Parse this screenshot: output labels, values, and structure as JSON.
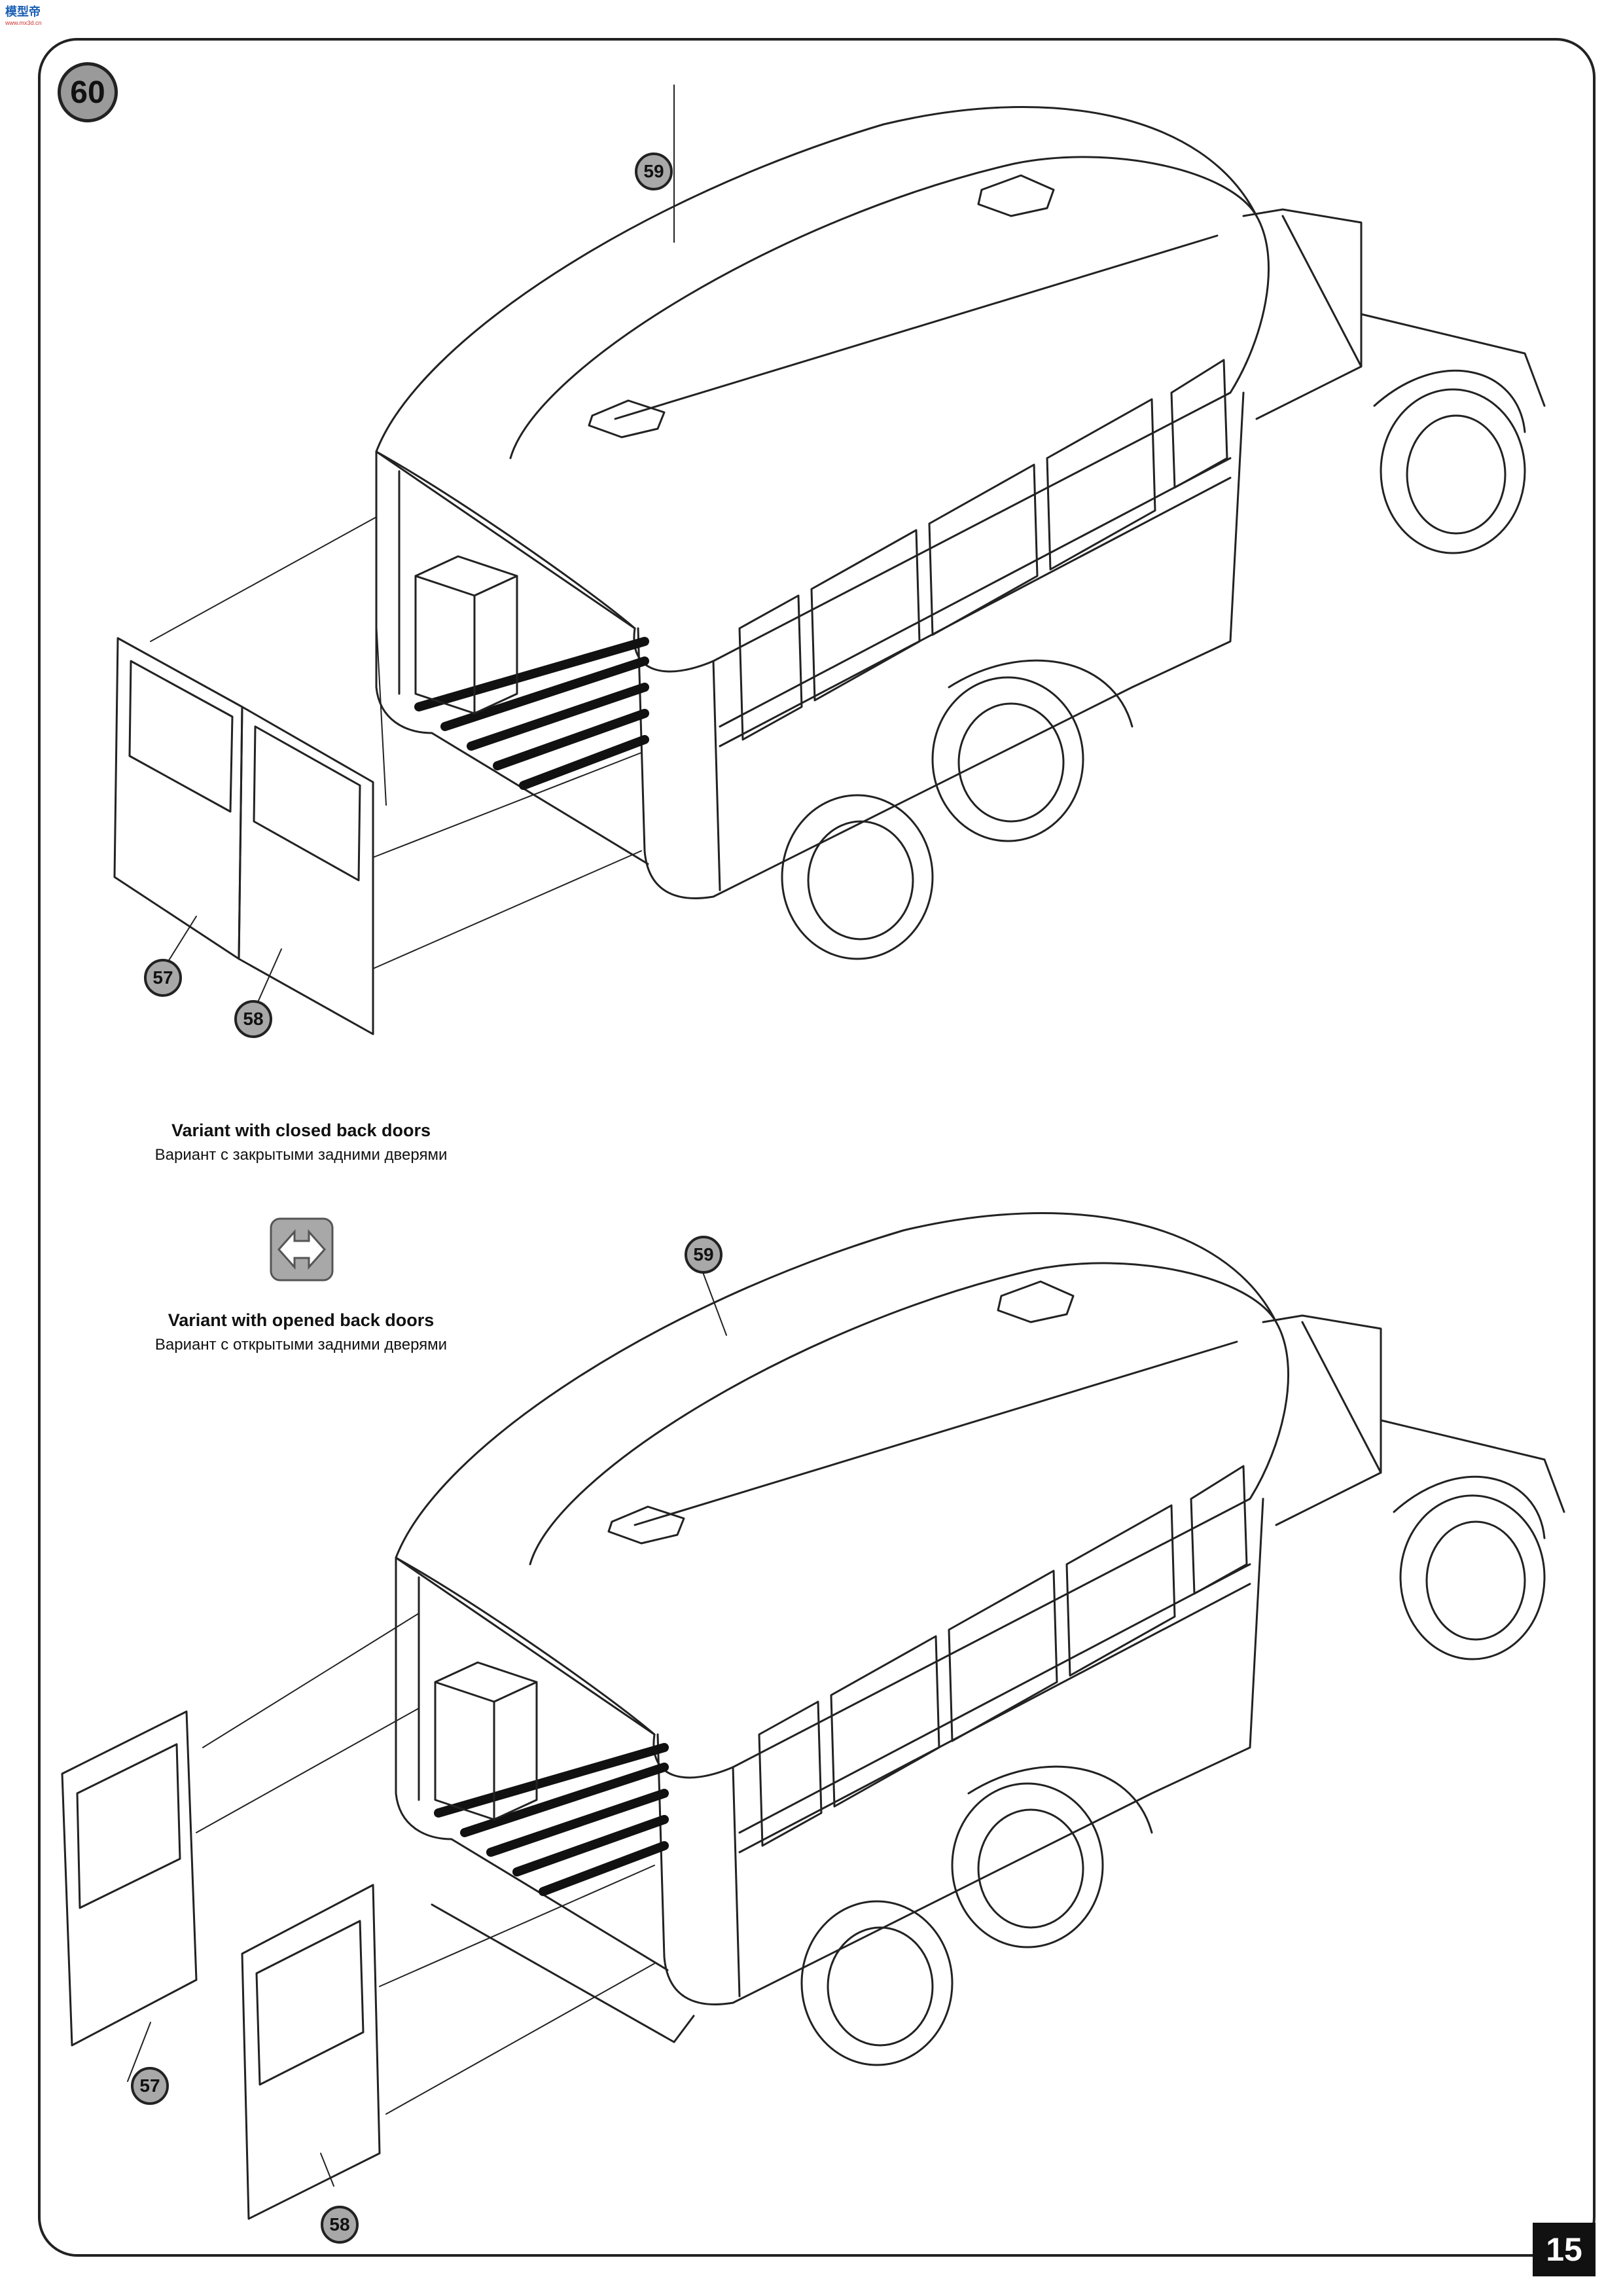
{
  "brand": {
    "logo_text": "模型帝",
    "logo_sub": "www.mx3d.cn"
  },
  "step_number": "60",
  "page_number": "15",
  "variants": {
    "closed": {
      "en": "Variant with closed back doors",
      "ru": "Вариант с закрытыми задними дверями"
    },
    "opened": {
      "en": "Variant with opened back doors",
      "ru": "Вариант с открытыми задними дверями"
    }
  },
  "part_labels": {
    "top": {
      "roof": "59",
      "left_door": "57",
      "right_door": "58"
    },
    "bottom": {
      "roof": "59",
      "left_door": "57",
      "right_door": "58"
    }
  },
  "icons": {
    "swap": "swap-arrows-icon"
  }
}
